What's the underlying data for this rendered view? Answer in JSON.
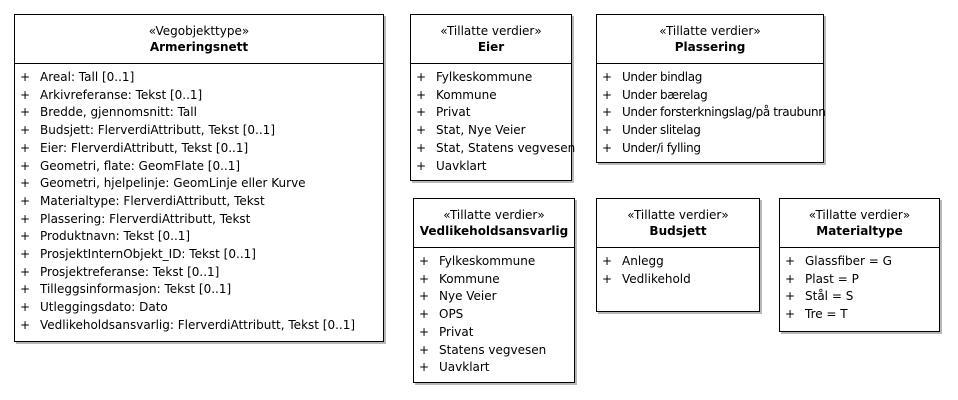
{
  "classes": {
    "armeringsnett": {
      "stereotype": "«Vegobjekttype»",
      "name": "Armeringsnett",
      "attributes": [
        {
          "vis": "+",
          "text": "Areal: Tall [0..1]"
        },
        {
          "vis": "+",
          "text": "Arkivreferanse: Tekst [0..1]"
        },
        {
          "vis": "+",
          "text": "Bredde, gjennomsnitt: Tall"
        },
        {
          "vis": "+",
          "text": "Budsjett: FlerverdiAttributt, Tekst [0..1]"
        },
        {
          "vis": "+",
          "text": "Eier: FlerverdiAttributt, Tekst [0..1]"
        },
        {
          "vis": "+",
          "text": "Geometri, flate: GeomFlate [0..1]"
        },
        {
          "vis": "+",
          "text": "Geometri, hjelpelinje: GeomLinje eller Kurve"
        },
        {
          "vis": "+",
          "text": "Materialtype: FlerverdiAttributt, Tekst"
        },
        {
          "vis": "+",
          "text": "Plassering: FlerverdiAttributt, Tekst"
        },
        {
          "vis": "+",
          "text": "Produktnavn: Tekst [0..1]"
        },
        {
          "vis": "+",
          "text": "ProsjektInternObjekt_ID: Tekst [0..1]"
        },
        {
          "vis": "+",
          "text": "Prosjektreferanse: Tekst [0..1]"
        },
        {
          "vis": "+",
          "text": "Tilleggsinformasjon: Tekst [0..1]"
        },
        {
          "vis": "+",
          "text": "Utleggingsdato: Dato"
        },
        {
          "vis": "+",
          "text": "Vedlikeholdsansvarlig: FlerverdiAttributt, Tekst [0..1]"
        }
      ]
    },
    "eier": {
      "stereotype": "«Tillatte verdier»",
      "name": "Eier",
      "attributes": [
        {
          "vis": "+",
          "text": "Fylkeskommune"
        },
        {
          "vis": "+",
          "text": "Kommune"
        },
        {
          "vis": "+",
          "text": "Privat"
        },
        {
          "vis": "+",
          "text": "Stat, Nye Veier"
        },
        {
          "vis": "+",
          "text": "Stat, Statens vegvesen"
        },
        {
          "vis": "+",
          "text": "Uavklart"
        }
      ]
    },
    "plassering": {
      "stereotype": "«Tillatte verdier»",
      "name": "Plassering",
      "attributes": [
        {
          "vis": "+",
          "text": "Under bindlag"
        },
        {
          "vis": "+",
          "text": "Under bærelag"
        },
        {
          "vis": "+",
          "text": "Under forsterkningslag/på traubunn"
        },
        {
          "vis": "+",
          "text": "Under slitelag"
        },
        {
          "vis": "+",
          "text": "Under/i fylling"
        }
      ]
    },
    "vedlikeholdsansvarlig": {
      "stereotype": "«Tillatte verdier»",
      "name": "Vedlikeholdsansvarlig",
      "attributes": [
        {
          "vis": "+",
          "text": "Fylkeskommune"
        },
        {
          "vis": "+",
          "text": "Kommune"
        },
        {
          "vis": "+",
          "text": "Nye Veier"
        },
        {
          "vis": "+",
          "text": "OPS"
        },
        {
          "vis": "+",
          "text": "Privat"
        },
        {
          "vis": "+",
          "text": "Statens vegvesen"
        },
        {
          "vis": "+",
          "text": "Uavklart"
        }
      ]
    },
    "budsjett": {
      "stereotype": "«Tillatte verdier»",
      "name": "Budsjett",
      "attributes": [
        {
          "vis": "+",
          "text": "Anlegg"
        },
        {
          "vis": "+",
          "text": "Vedlikehold"
        }
      ]
    },
    "materialtype": {
      "stereotype": "«Tillatte verdier»",
      "name": "Materialtype",
      "attributes": [
        {
          "vis": "+",
          "text": "Glassfiber = G"
        },
        {
          "vis": "+",
          "text": "Plast = P"
        },
        {
          "vis": "+",
          "text": "Stål = S"
        },
        {
          "vis": "+",
          "text": "Tre = T"
        }
      ]
    }
  }
}
